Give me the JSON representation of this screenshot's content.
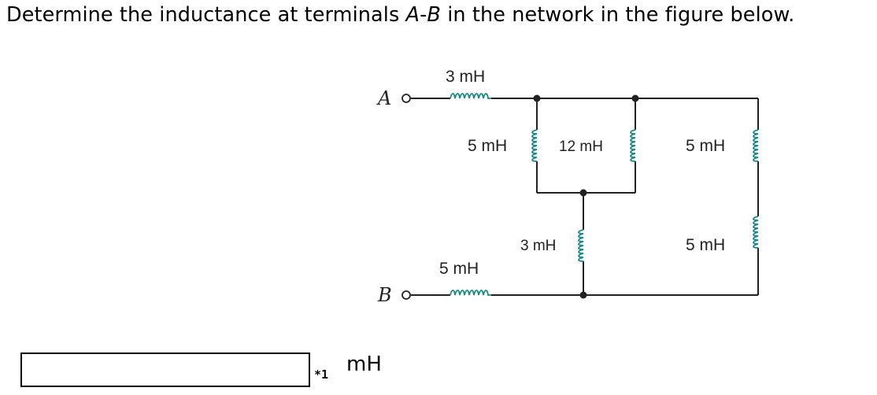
{
  "question": {
    "part1": "Determine the inductance at terminals ",
    "terminal_a": "A",
    "dash": "-",
    "terminal_b": "B",
    "part2": " in the network in the figure below."
  },
  "circuit": {
    "terminal_a_label": "A",
    "terminal_b_label": "B",
    "labels": {
      "l_top": "3 mH",
      "l_left_vertical": "5 mH",
      "l_mid_vertical": "12 mH",
      "l_right_top": "5 mH",
      "l_center_lower": "3 mH",
      "l_right_bottom": "5 mH",
      "l_bottom": "5 mH"
    },
    "colors": {
      "wire": "#222222",
      "coil": "#1a8a86",
      "background": "#ffffff"
    }
  },
  "answer": {
    "value": "",
    "placeholder": "",
    "marker": "*1",
    "unit": "mH"
  }
}
